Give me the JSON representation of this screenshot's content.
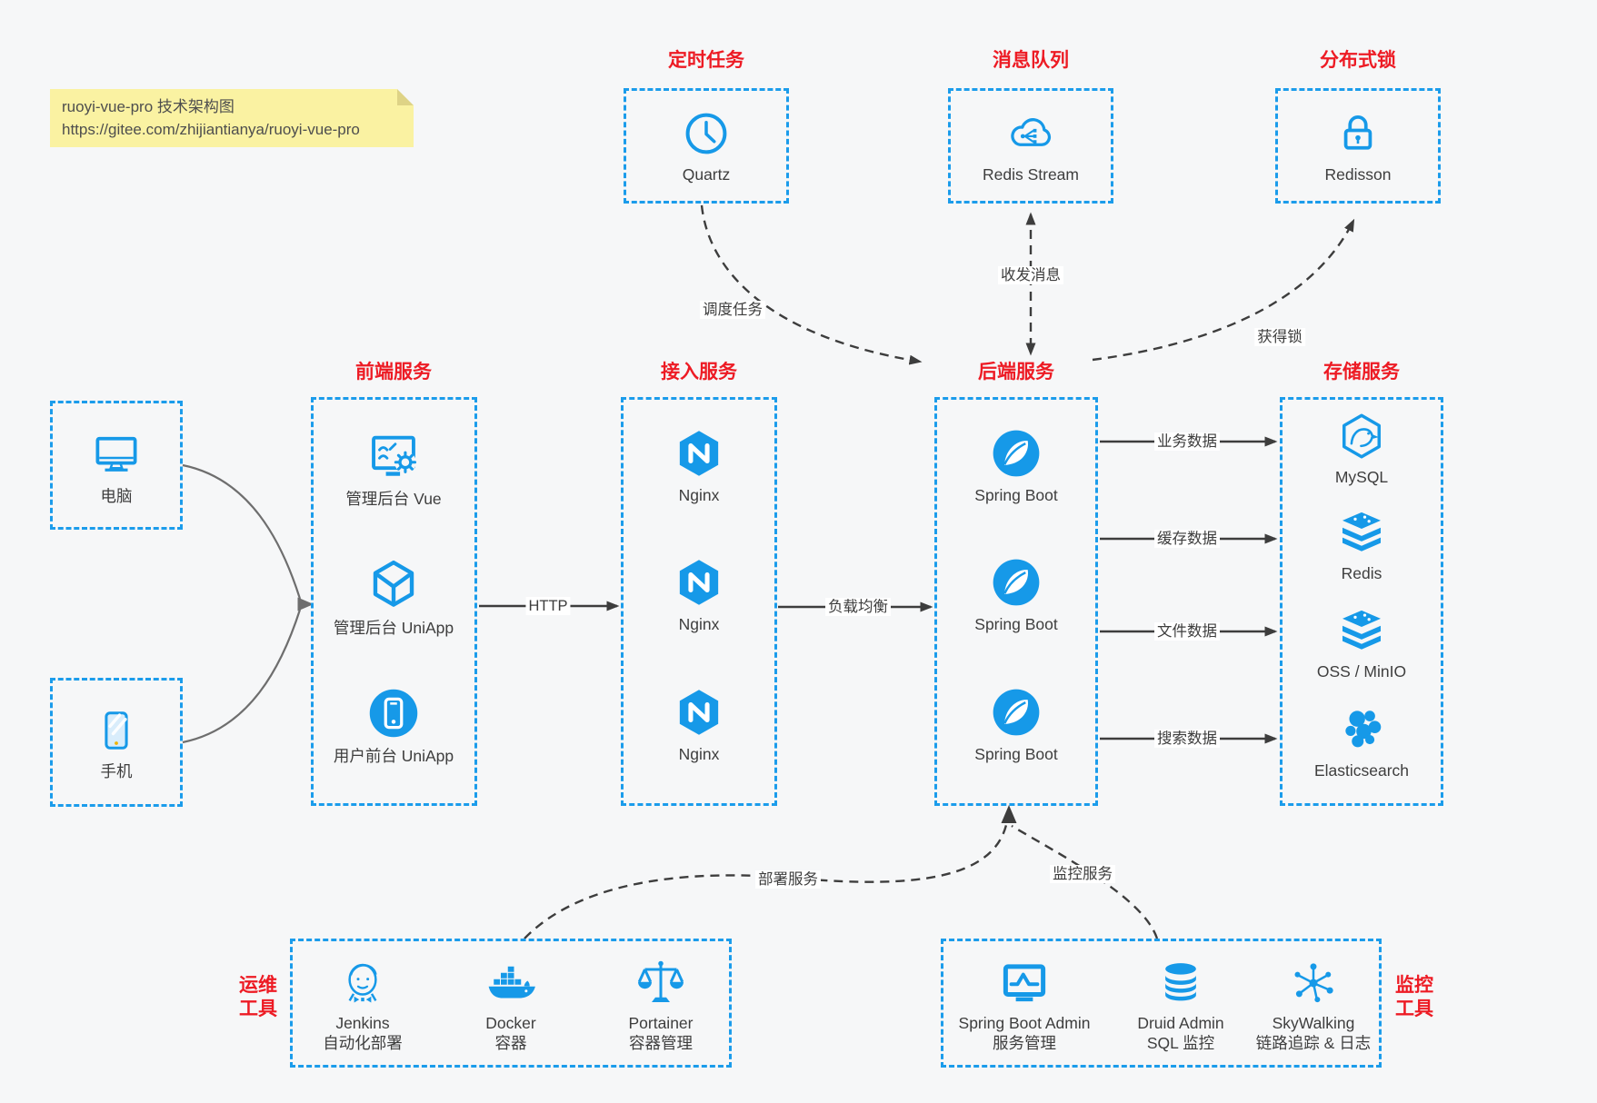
{
  "note": {
    "line1": "ruoyi-vue-pro 技术架构图",
    "line2": "https://gitee.com/zhijiantianya/ruoyi-vue-pro"
  },
  "top_groups": [
    {
      "title": "定时任务",
      "label": "Quartz",
      "icon": "clock-icon"
    },
    {
      "title": "消息队列",
      "label": "Redis Stream",
      "icon": "cloud-mq-icon"
    },
    {
      "title": "分布式锁",
      "label": "Redisson",
      "icon": "lock-icon"
    }
  ],
  "clients": [
    {
      "label": "电脑",
      "icon": "desktop-icon"
    },
    {
      "label": "手机",
      "icon": "phone-icon"
    }
  ],
  "main_groups": [
    {
      "title": "前端服务",
      "items": [
        {
          "label": "管理后台 Vue",
          "icon": "admin-vue-icon"
        },
        {
          "label": "管理后台 UniApp",
          "icon": "uniapp-cube-icon"
        },
        {
          "label": "用户前台 UniApp",
          "icon": "user-app-icon"
        }
      ]
    },
    {
      "title": "接入服务",
      "items": [
        {
          "label": "Nginx",
          "icon": "nginx-icon"
        },
        {
          "label": "Nginx",
          "icon": "nginx-icon"
        },
        {
          "label": "Nginx",
          "icon": "nginx-icon"
        }
      ]
    },
    {
      "title": "后端服务",
      "items": [
        {
          "label": "Spring Boot",
          "icon": "spring-icon"
        },
        {
          "label": "Spring Boot",
          "icon": "spring-icon"
        },
        {
          "label": "Spring Boot",
          "icon": "spring-icon"
        }
      ]
    },
    {
      "title": "存储服务",
      "items": [
        {
          "label": "MySQL",
          "icon": "mysql-icon"
        },
        {
          "label": "Redis",
          "icon": "stack-icon"
        },
        {
          "label": "OSS / MinIO",
          "icon": "stack-icon"
        },
        {
          "label": "Elasticsearch",
          "icon": "elasticsearch-icon"
        }
      ]
    }
  ],
  "bottom_groups": [
    {
      "side_title_line1": "运维",
      "side_title_line2": "工具",
      "items": [
        {
          "name": "Jenkins",
          "desc": "自动化部署",
          "icon": "jenkins-icon"
        },
        {
          "name": "Docker",
          "desc": "容器",
          "icon": "docker-icon"
        },
        {
          "name": "Portainer",
          "desc": "容器管理",
          "icon": "portainer-icon"
        }
      ]
    },
    {
      "side_title_line1": "监控",
      "side_title_line2": "工具",
      "items": [
        {
          "name": "Spring Boot Admin",
          "desc": "服务管理",
          "icon": "monitor-chart-icon"
        },
        {
          "name": "Druid Admin",
          "desc": "SQL 监控",
          "icon": "database-icon"
        },
        {
          "name": "SkyWalking",
          "desc": "链路追踪 & 日志",
          "icon": "topology-icon"
        }
      ]
    }
  ],
  "edges": {
    "http": "HTTP",
    "load_balance": "负载均衡",
    "business_data": "业务数据",
    "cache_data": "缓存数据",
    "file_data": "文件数据",
    "search_data": "搜索数据",
    "schedule": "调度任务",
    "message": "收发消息",
    "lock": "获得锁",
    "deploy": "部署服务",
    "monitor": "监控服务"
  },
  "colors": {
    "blue": "#1699e8",
    "red": "#ed1b24",
    "arrow": "#3d3d3d"
  }
}
